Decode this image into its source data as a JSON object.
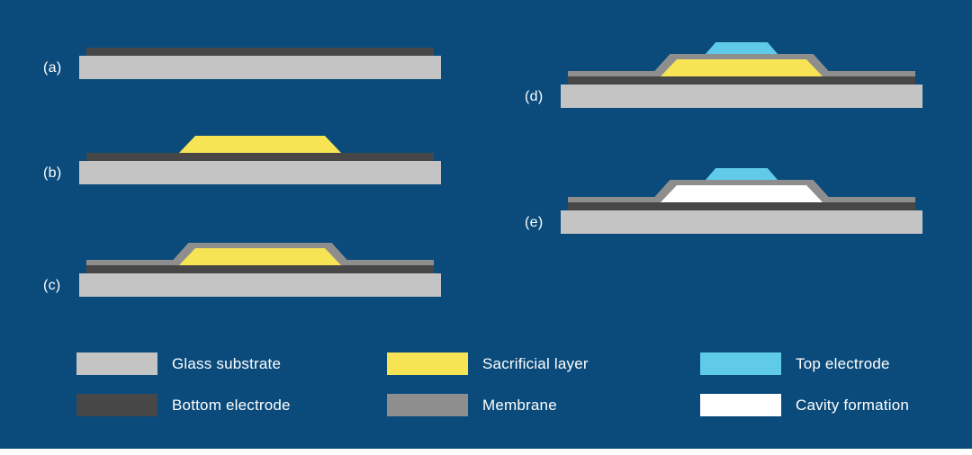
{
  "title": "Microfabrication process steps diagram",
  "colors": {
    "background": "#0a4b7c",
    "text": "#ffffff",
    "glass": "#c4c4c4",
    "bottom_electrode": "#474747",
    "sacrificial": "#f6e455",
    "membrane": "#8e8e8e",
    "top_electrode": "#5fcbe9",
    "cavity": "#ffffff"
  },
  "steps": [
    {
      "label": "(a)",
      "layers": [
        "glass substrate",
        "bottom electrode"
      ]
    },
    {
      "label": "(b)",
      "layers": [
        "glass substrate",
        "bottom electrode",
        "sacrificial layer"
      ]
    },
    {
      "label": "(c)",
      "layers": [
        "glass substrate",
        "bottom electrode",
        "sacrificial layer",
        "membrane"
      ]
    },
    {
      "label": "(d)",
      "layers": [
        "glass substrate",
        "bottom electrode",
        "sacrificial layer",
        "membrane",
        "top electrode"
      ]
    },
    {
      "label": "(e)",
      "layers": [
        "glass substrate",
        "bottom electrode",
        "cavity formation",
        "membrane",
        "top electrode"
      ]
    }
  ],
  "legend": {
    "items": [
      {
        "label": "Glass substrate",
        "color": "#c4c4c4"
      },
      {
        "label": "Bottom electrode",
        "color": "#474747"
      },
      {
        "label": "Sacrificial layer",
        "color": "#f6e455"
      },
      {
        "label": "Membrane",
        "color": "#8e8e8e"
      },
      {
        "label": "Top electrode",
        "color": "#5fcbe9"
      },
      {
        "label": "Cavity formation",
        "color": "#ffffff"
      }
    ]
  }
}
